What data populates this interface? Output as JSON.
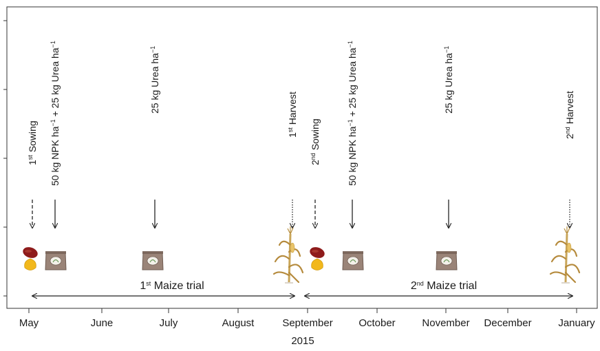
{
  "timeline": {
    "year": "2015",
    "months": [
      "May",
      "June",
      "July",
      "August",
      "September",
      "October",
      "November",
      "December",
      "January"
    ]
  },
  "events": [
    {
      "id": "sow1",
      "parts": [
        [
          "1",
          ""
        ],
        [
          "st",
          "sup"
        ],
        [
          " Sowing",
          ""
        ]
      ],
      "style": "dashed",
      "icon": "seed-icon"
    },
    {
      "id": "fert1a",
      "parts": [
        [
          "50 kg NPK ha",
          ""
        ],
        [
          "−1",
          "sup"
        ],
        [
          " + 25 kg Urea ha",
          ""
        ],
        [
          "−1",
          "sup"
        ]
      ],
      "style": "solid",
      "icon": "fertilizer-bag-icon"
    },
    {
      "id": "fert1b",
      "parts": [
        [
          "25 kg Urea ha",
          ""
        ],
        [
          "−1",
          "sup"
        ]
      ],
      "style": "solid",
      "icon": "fertilizer-bag-icon"
    },
    {
      "id": "harv1",
      "parts": [
        [
          "1",
          ""
        ],
        [
          "st",
          "sup"
        ],
        [
          " Harvest",
          ""
        ]
      ],
      "style": "dotted",
      "icon": "maize-plant-icon"
    },
    {
      "id": "sow2",
      "parts": [
        [
          "2",
          ""
        ],
        [
          "nd",
          "sup"
        ],
        [
          " Sowing",
          ""
        ]
      ],
      "style": "dashed",
      "icon": "seed-icon"
    },
    {
      "id": "fert2a",
      "parts": [
        [
          "50 kg NPK ha",
          ""
        ],
        [
          "−1",
          "sup"
        ],
        [
          " + 25 kg Urea ha",
          ""
        ],
        [
          "−1",
          "sup"
        ]
      ],
      "style": "solid",
      "icon": "fertilizer-bag-icon"
    },
    {
      "id": "fert2b",
      "parts": [
        [
          "25 kg Urea ha",
          ""
        ],
        [
          "−1",
          "sup"
        ]
      ],
      "style": "solid",
      "icon": "fertilizer-bag-icon"
    },
    {
      "id": "harv2",
      "parts": [
        [
          "2",
          ""
        ],
        [
          "nd",
          "sup"
        ],
        [
          " Harvest",
          ""
        ]
      ],
      "style": "dotted",
      "icon": "maize-plant-icon"
    }
  ],
  "trials": [
    {
      "id": "trial1",
      "parts": [
        [
          "1",
          ""
        ],
        [
          "st",
          "sup"
        ],
        [
          " Maize trial",
          ""
        ]
      ]
    },
    {
      "id": "trial2",
      "parts": [
        [
          "2",
          ""
        ],
        [
          "nd",
          "sup"
        ],
        [
          " Maize trial",
          ""
        ]
      ]
    }
  ],
  "colors": {
    "seed_bean": "#8e1b1b",
    "seed_grain": "#f2b81c",
    "bag": "#9a8478",
    "maize_stalk": "#c9a65a",
    "maize_leaf": "#b58a3c",
    "axis": "#222222"
  }
}
